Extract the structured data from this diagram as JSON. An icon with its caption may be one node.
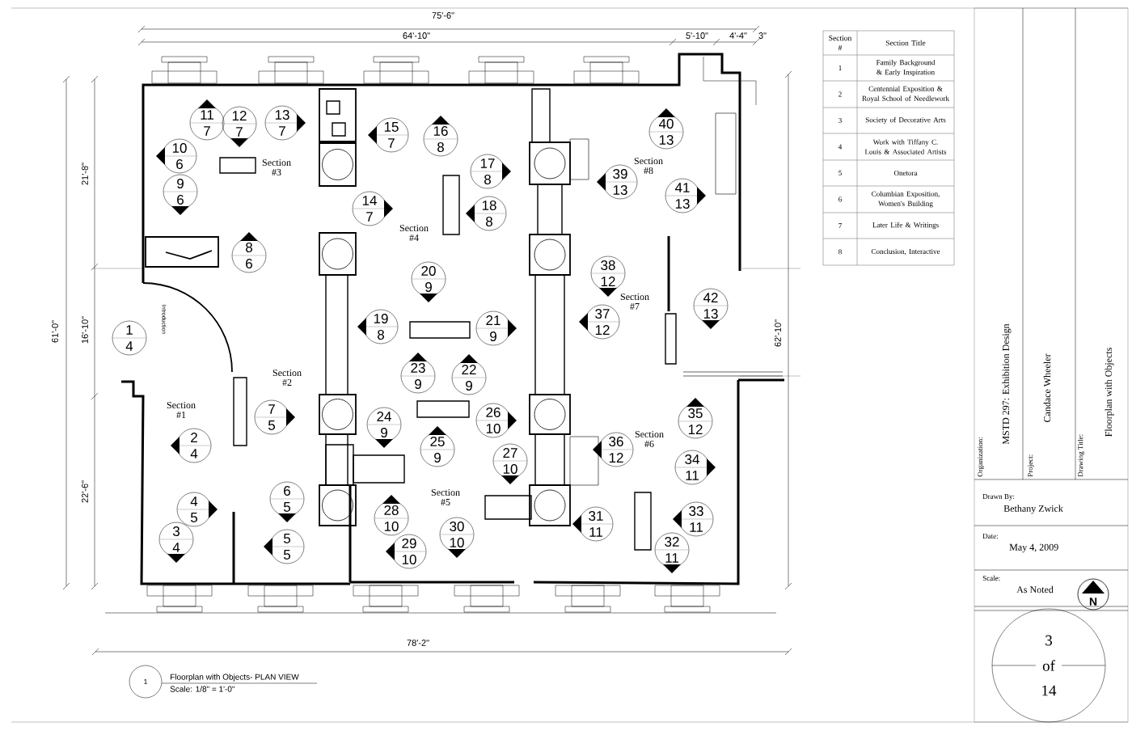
{
  "diagram": {
    "nodes": [
      {
        "text": [
          "1",
          "4"
        ]
      },
      {
        "text": [
          "2",
          "4"
        ]
      },
      {
        "text": [
          "3",
          "4"
        ]
      },
      {
        "text": [
          "4",
          "5"
        ]
      },
      {
        "text": [
          "5",
          "5"
        ]
      },
      {
        "text": [
          "6",
          "5"
        ]
      },
      {
        "text": [
          "7",
          "5"
        ]
      },
      {
        "text": [
          "8",
          "6"
        ]
      },
      {
        "text": [
          "9",
          "6"
        ]
      },
      {
        "text": [
          "10",
          "6"
        ]
      },
      {
        "text": [
          "11",
          "7"
        ]
      },
      {
        "text": [
          "12",
          "7"
        ]
      },
      {
        "text": [
          "13",
          "7"
        ]
      },
      {
        "text": [
          "14",
          "7"
        ]
      },
      {
        "text": [
          "15",
          "7"
        ]
      },
      {
        "text": [
          "16",
          "8"
        ]
      },
      {
        "text": [
          "17",
          "8"
        ]
      },
      {
        "text": [
          "18",
          "8"
        ]
      },
      {
        "text": [
          "19",
          "8"
        ]
      },
      {
        "text": [
          "20",
          "9"
        ]
      },
      {
        "text": [
          "21",
          "9"
        ]
      },
      {
        "text": [
          "22",
          "9"
        ]
      },
      {
        "text": [
          "23",
          "9"
        ]
      },
      {
        "text": [
          "24",
          "9"
        ]
      },
      {
        "text": [
          "25",
          "9"
        ]
      },
      {
        "text": [
          "26",
          "10"
        ]
      },
      {
        "text": [
          "27",
          "10"
        ]
      },
      {
        "text": [
          "28",
          "10"
        ]
      },
      {
        "text": [
          "29",
          "10"
        ]
      },
      {
        "text": [
          "30",
          "10"
        ]
      },
      {
        "text": [
          "31",
          "11"
        ]
      },
      {
        "text": [
          "32",
          "11"
        ]
      },
      {
        "text": [
          "33",
          "11"
        ]
      },
      {
        "text": [
          "34",
          "11"
        ]
      },
      {
        "text": [
          "35",
          "12"
        ]
      },
      {
        "text": [
          "36",
          "12"
        ]
      },
      {
        "text": [
          "37",
          "12"
        ]
      },
      {
        "text": [
          "38",
          "12"
        ]
      },
      {
        "text": [
          "39",
          "13"
        ]
      },
      {
        "text": [
          "40",
          "13"
        ]
      },
      {
        "text": [
          "41",
          "13"
        ]
      },
      {
        "text": [
          "42",
          "13"
        ]
      },
      {
        "text": [
          "1"
        ]
      },
      {
        "text": [
          "N"
        ]
      },
      {
        "text": [
          "3",
          "of",
          "14"
        ]
      }
    ],
    "labels": [
      "75'-6\"",
      "64'-10\"",
      "5'-10\"",
      "4'-4\"",
      "3\"",
      "61'-0\"",
      "21'-8\"",
      "16'-10\"",
      "22'-6\"",
      "62'-10\"",
      "78'-2\"",
      "Section #3",
      "Section #8",
      "Section #4",
      "Section #7",
      "Section #2",
      "Section #1",
      "Section #6",
      "Section #5",
      "Introduction",
      "Section #",
      "Section Title",
      "1",
      "Family Background & Early Inspiration",
      "2",
      "Centennial Exposition & Royal School of Needlework",
      "3",
      "Society of Decorative Arts",
      "4",
      "Work with Tiffany C. Louis & Associated Artists",
      "5",
      "Onetora",
      "6",
      "Columbian Exposition, Women's Building",
      "7",
      "Later Life & Writings",
      "8",
      "Conclusion, Interactive",
      "Organization:",
      "MSTD 297: Exhibition Design",
      "Project:",
      "Candace Wheeler",
      "Drawing Title:",
      "Floorplan with Objects",
      "Drawn By:",
      "Bethany Zwick",
      "Date:",
      "May 4, 2009",
      "Scale:",
      "As Noted",
      "Floorplan with Objects- PLAN VIEW",
      "Scale: 1/8\" = 1'-0\""
    ]
  }
}
